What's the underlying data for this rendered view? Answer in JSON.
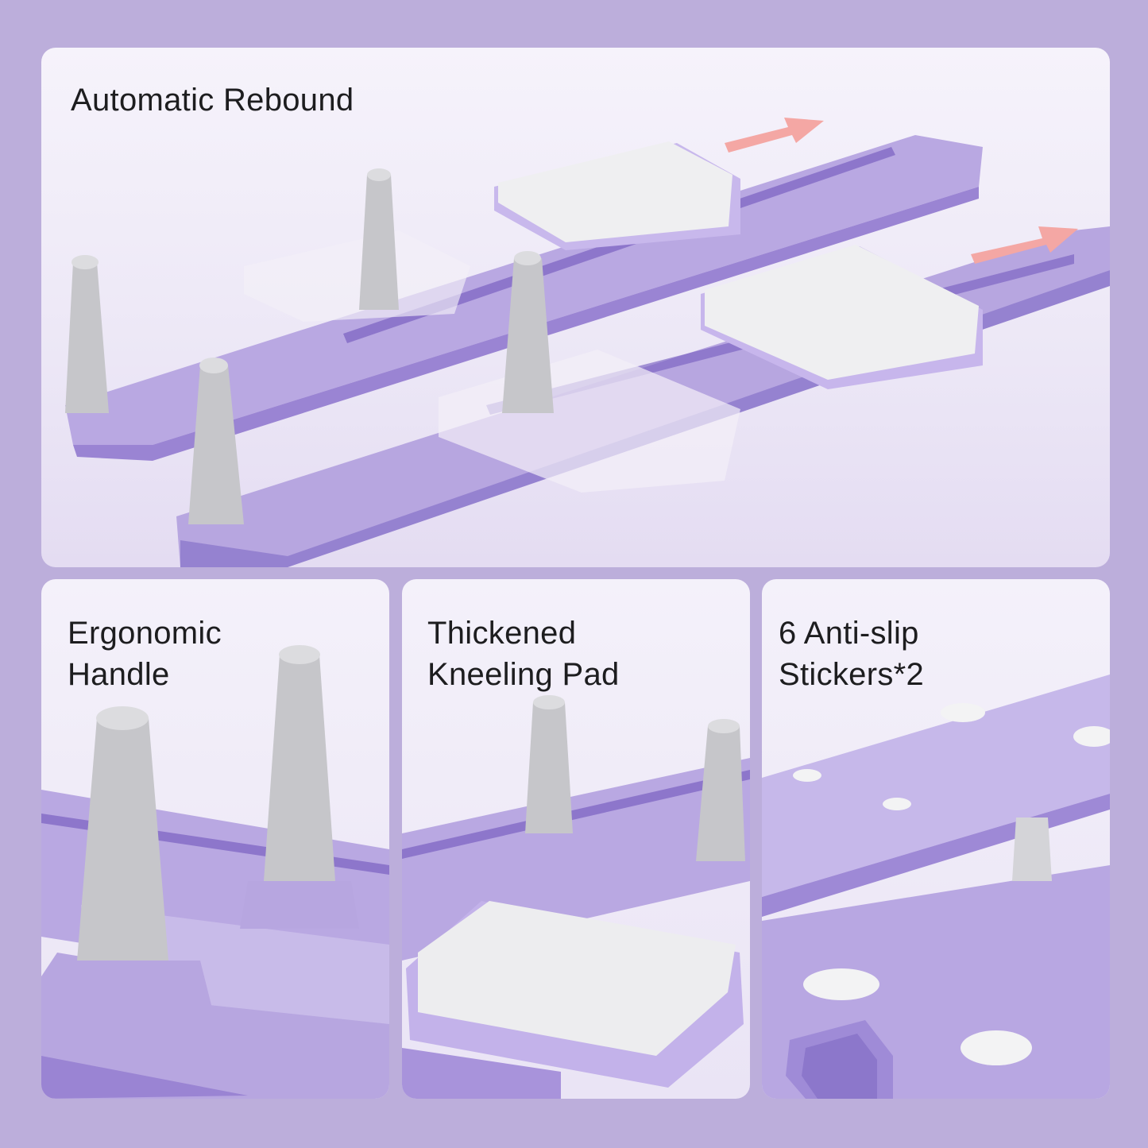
{
  "panels": {
    "rebound": {
      "title": "Automatic Rebound"
    },
    "handle": {
      "line1": "Ergonomic",
      "line2": "Handle"
    },
    "pad": {
      "line1": "Thickened",
      "line2": "Kneeling Pad"
    },
    "stickers": {
      "line1": "6 Anti-slip",
      "line2": "Stickers*2"
    }
  },
  "colors": {
    "background": "#bcaedb",
    "board": "#b7a6e0",
    "board_dark": "#8f79cc",
    "peg": "#c9c9cd",
    "pad": "#f1f1f2",
    "arrow": "#f4a7a4"
  }
}
